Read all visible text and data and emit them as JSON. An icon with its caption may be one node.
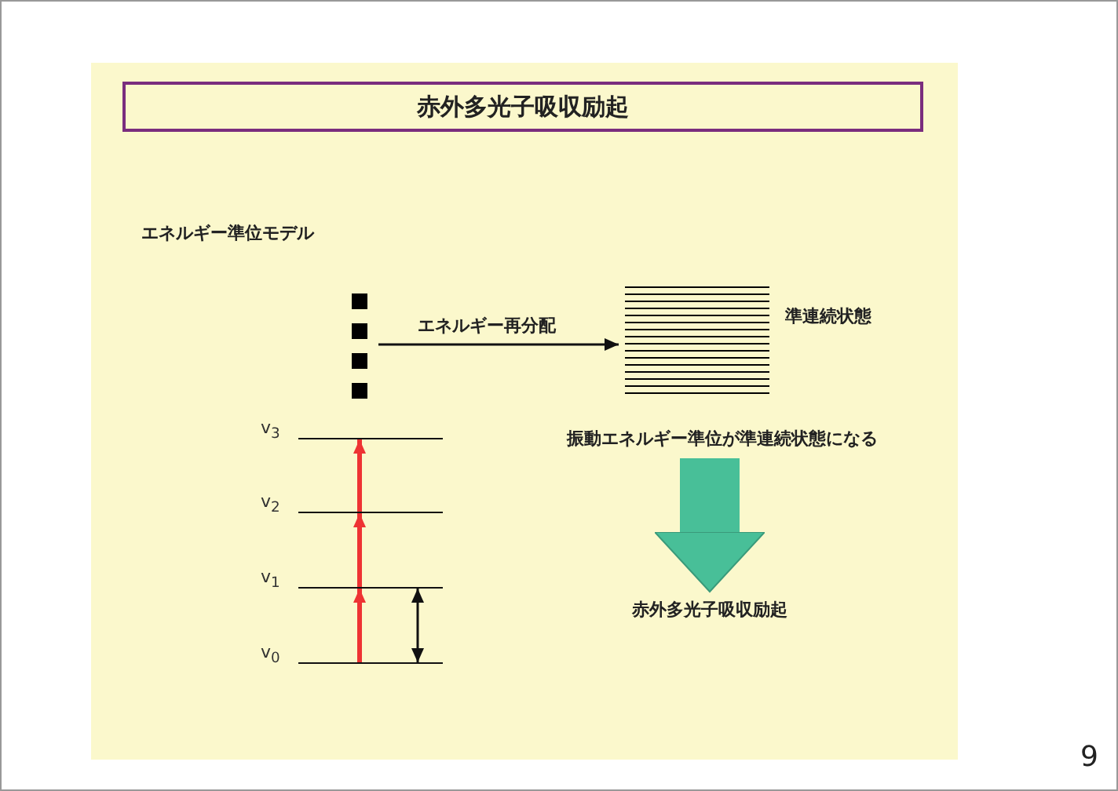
{
  "diagram": {
    "title": "赤外多光子吸収励起",
    "nodes": [
      {
        "text": [
          "v$_{0}$"
        ]
      },
      {
        "text": [
          "v$_{1}$"
        ]
      },
      {
        "text": [
          "v$_{2}$"
        ]
      },
      {
        "text": [
          "v$_{3}$"
        ]
      },
      {
        "text": [],
        "shape": "box"
      },
      {
        "text": [
          "準連続状態"
        ]
      },
      {
        "text": [
          "振動エネルギー準位が準連続状態になる"
        ]
      },
      {
        "text": [
          "赤外多光子吸収励起"
        ]
      }
    ],
    "edges": [
      {
        "from": 0,
        "to": 1,
        "arrow": "to"
      },
      {
        "from": 1,
        "to": 2,
        "arrow": "to"
      },
      {
        "from": 2,
        "to": 3,
        "arrow": "to"
      },
      {
        "from": 4,
        "to": 5,
        "arrow": "to",
        "label": "エネルギー再分配",
        "color": "#111111"
      },
      {
        "from": 0,
        "to": 1,
        "arrow": "both",
        "color": "#111111"
      },
      {
        "from": 6,
        "to": 7,
        "arrow": "to",
        "style": "thick",
        "color": "#48bf98"
      }
    ],
    "labels": [
      "エネルギー準位モデル",
      "9"
    ]
  }
}
